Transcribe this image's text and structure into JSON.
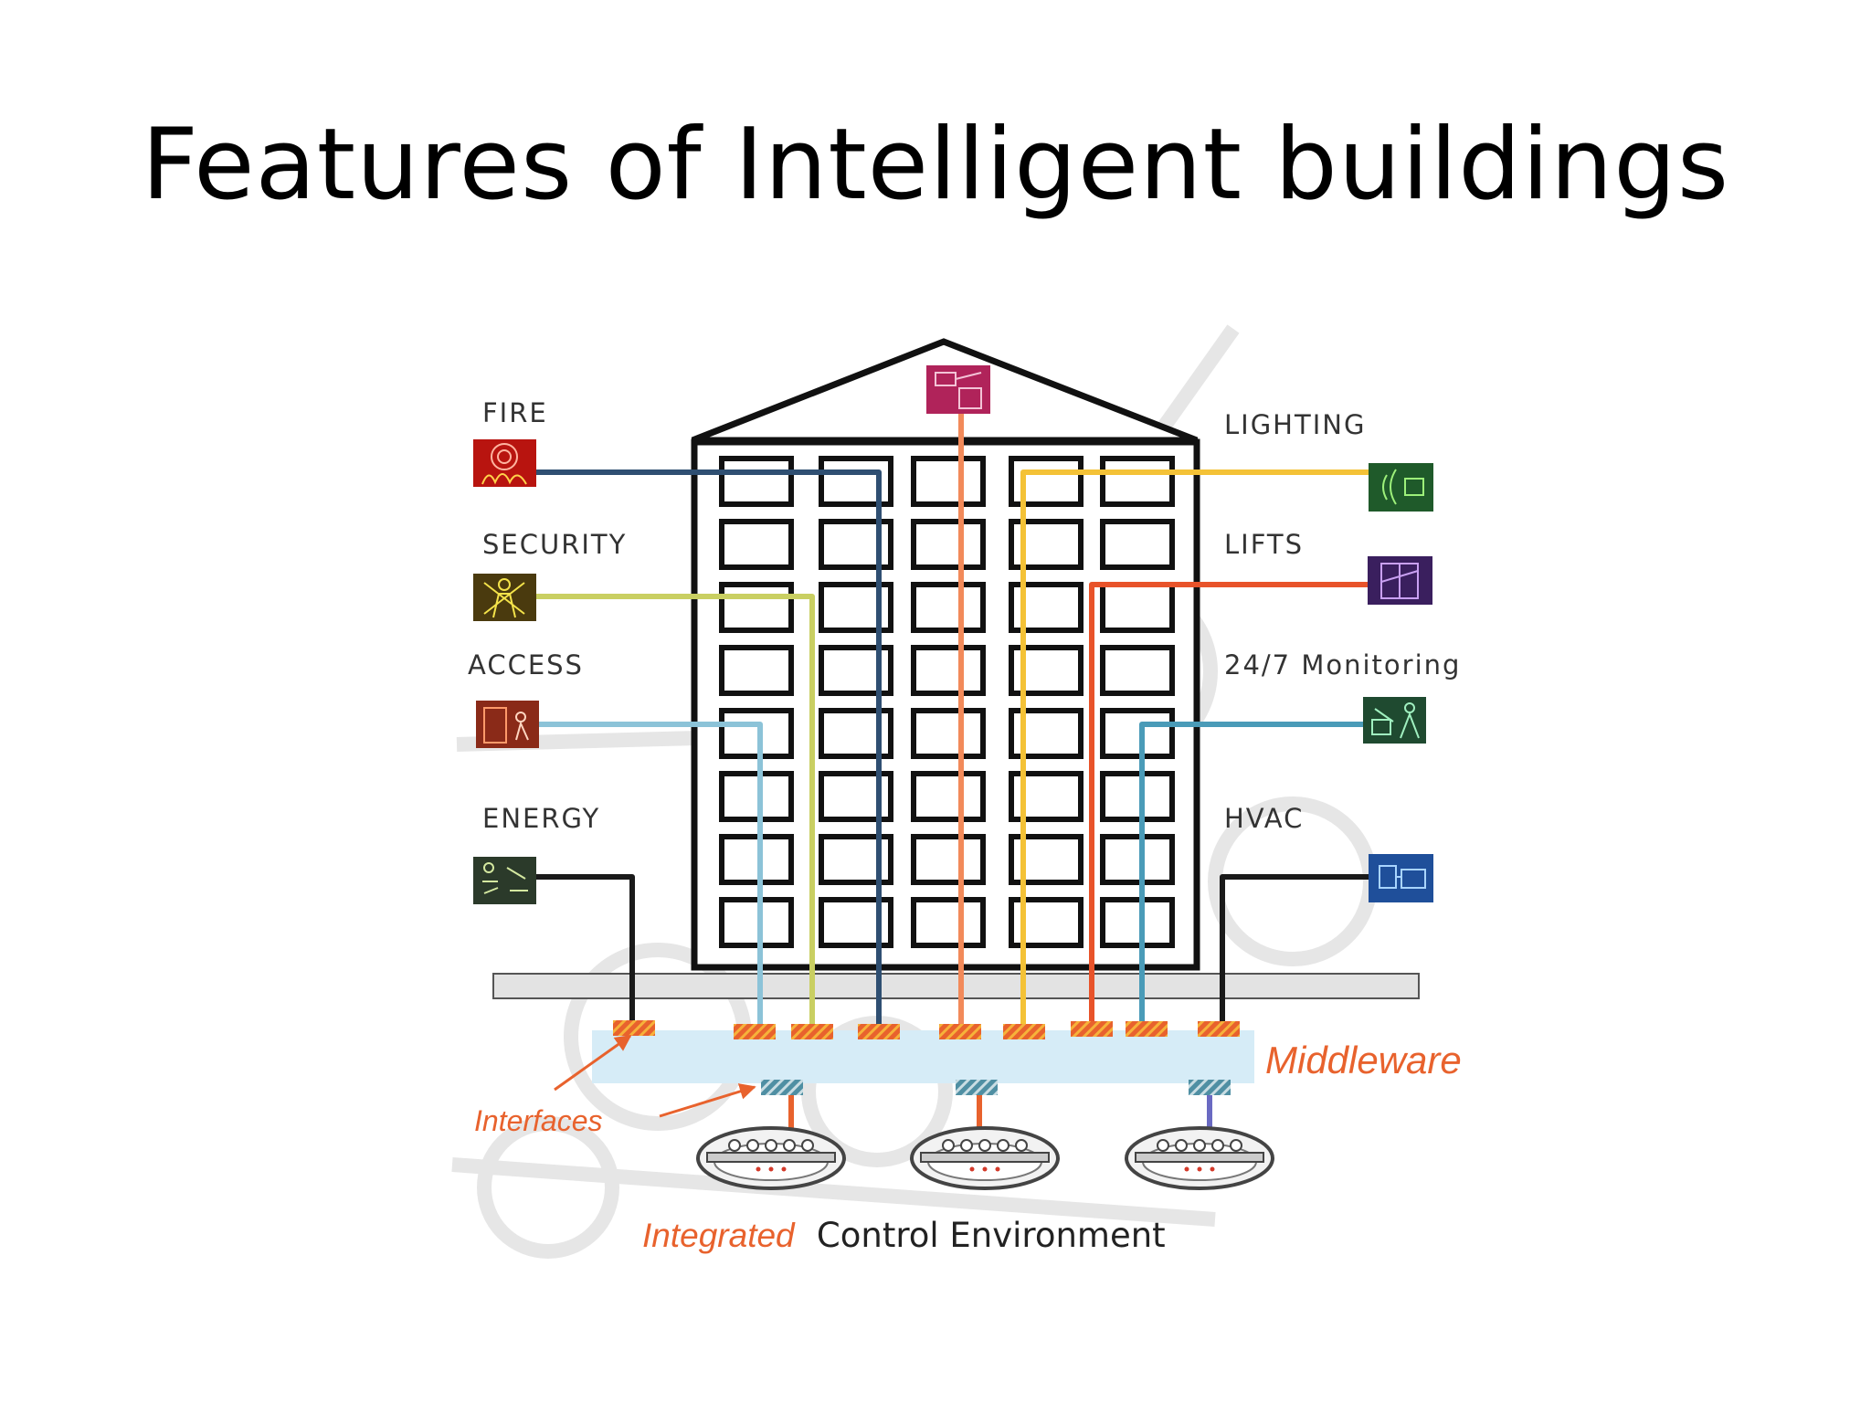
{
  "title": "Features of Intelligent buildings",
  "left_systems": [
    "FIRE",
    "SECURITY",
    "ACCESS",
    "ENERGY"
  ],
  "right_systems": [
    "LIGHTING",
    "LIFTS",
    "24/7 Monitoring",
    "HVAC"
  ],
  "middleware_label": "Middleware",
  "interfaces_label": "Interfaces",
  "footer": {
    "emphasis": "Integrated",
    "rest": "Control Environment"
  },
  "icons": {
    "fire": "fire-alarm-icon",
    "security": "security-guard-icon",
    "access": "door-access-icon",
    "energy": "energy-icon",
    "lighting": "lighting-icon",
    "lifts": "lift-icon",
    "monitoring": "monitoring-icon",
    "hvac": "hvac-icon",
    "roof": "cctv-icon",
    "meter": "meter-icon"
  },
  "colors": {
    "fire_line": "#2f4f72",
    "security_line": "#c9cf62",
    "access_line": "#8cc3d8",
    "energy_line": "#1a1a1a",
    "lighting_line": "#f4c237",
    "lifts_line": "#e8532a",
    "monitoring_line": "#4a9bb8",
    "hvac_line": "#1a1a1a",
    "roof_line": "#f28a5a",
    "middleware_bar": "#d6ecf7",
    "interface_orange": "#e8622d",
    "interface_teal": "#6fa8b8"
  }
}
